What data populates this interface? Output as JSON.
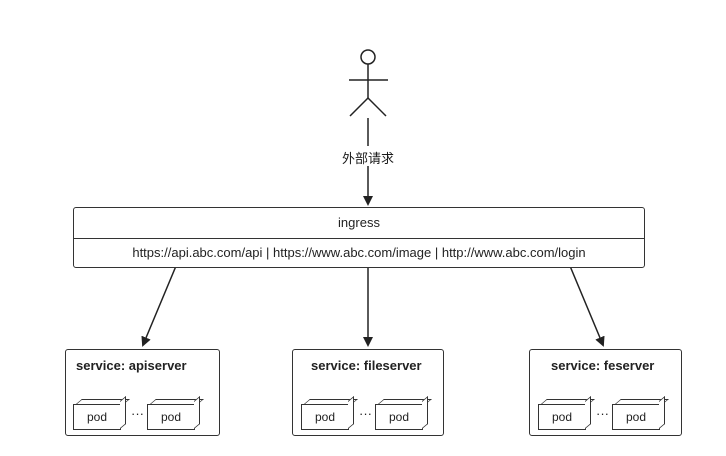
{
  "actor": {
    "label": "外部请求"
  },
  "ingress": {
    "title": "ingress",
    "urls": "https://api.abc.com/api  |  https://www.abc.com/image | http://www.abc.com/login"
  },
  "services": [
    {
      "label": "service: apiserver",
      "pods": [
        "pod",
        "pod"
      ],
      "ellipsis": "···"
    },
    {
      "label": "service: fileserver",
      "pods": [
        "pod",
        "pod"
      ],
      "ellipsis": "···"
    },
    {
      "label": "service: feserver",
      "pods": [
        "pod",
        "pod"
      ],
      "ellipsis": "···"
    }
  ]
}
